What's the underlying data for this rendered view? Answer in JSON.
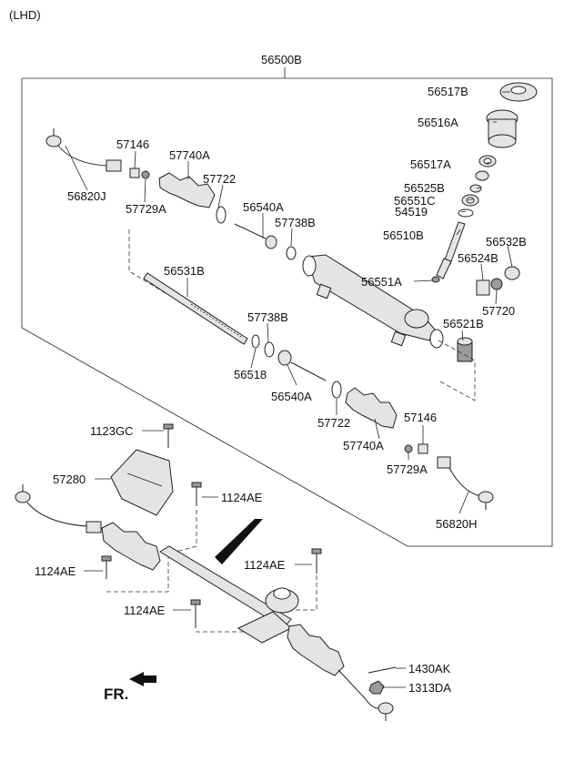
{
  "header": {
    "variant": "(LHD)"
  },
  "assembly": {
    "number": "56500B"
  },
  "parts": {
    "p56517B": "56517B",
    "p56516A": "56516A",
    "p56517A": "56517A",
    "p56525B": "56525B",
    "p56551C": "56551C",
    "p54519": "54519",
    "p56510B": "56510B",
    "p56532B": "56532B",
    "p56524B": "56524B",
    "p56551A": "56551A",
    "p57720": "57720",
    "p56521B": "56521B",
    "p57146_top": "57146",
    "p57740A_top": "57740A",
    "p57722_top": "57722",
    "p56820J": "56820J",
    "p57729A_top": "57729A",
    "p56540A_top": "56540A",
    "p57738B_top": "57738B",
    "p56531B": "56531B",
    "p57738B_mid": "57738B",
    "p56518": "56518",
    "p56540A_mid": "56540A",
    "p57722_mid": "57722",
    "p57740A_mid": "57740A",
    "p57146_mid": "57146",
    "p57729A_mid": "57729A",
    "p56820H": "56820H",
    "p1123GC": "1123GC",
    "p57280": "57280",
    "p1124AE_a": "1124AE",
    "p1124AE_b": "1124AE",
    "p1124AE_c": "1124AE",
    "p1124AE_d": "1124AE",
    "p1430AK": "1430AK",
    "p1313DA": "1313DA"
  },
  "direction": {
    "label": "FR."
  }
}
